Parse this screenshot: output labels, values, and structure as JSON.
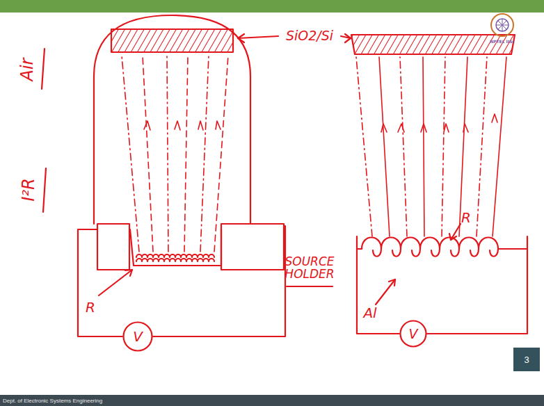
{
  "diagram": {
    "nodes": [
      {
        "text": [
          "V"
        ]
      },
      {
        "text": [
          "V"
        ]
      },
      {
        "text": [
          "3"
        ]
      },
      {
        "text": [
          "Dept. of Electronic Systems Engineering"
        ]
      }
    ],
    "labels": [
      "SiO2/Si",
      "Air",
      "I²R",
      "R",
      "SOURCE HOLDER",
      "R",
      "Al",
      "NPTEL IISc"
    ]
  }
}
